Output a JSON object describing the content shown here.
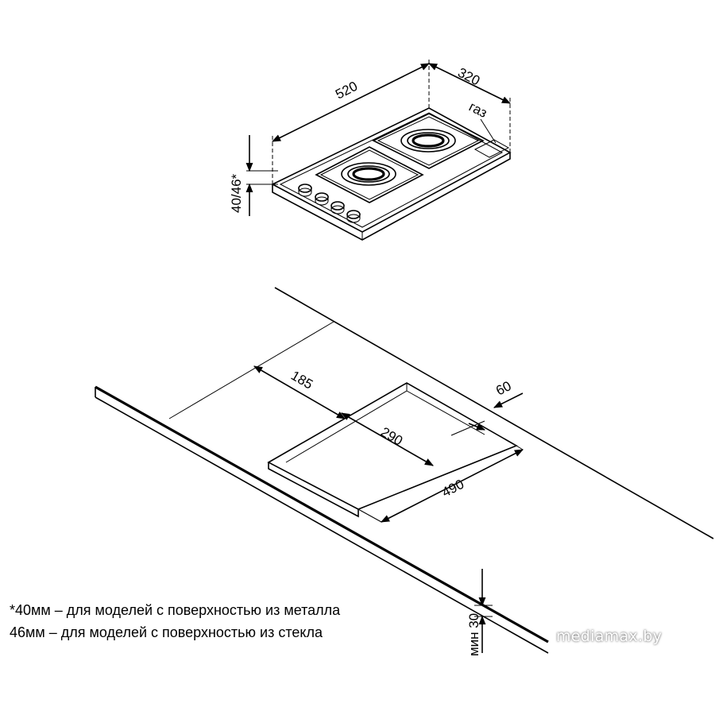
{
  "dimensions": {
    "width": "520",
    "depth": "320",
    "height": "40/46*",
    "gas": "газ",
    "cutout_offset_front": "185",
    "cutout_width": "290",
    "cutout_offset_back": "60",
    "cutout_length": "490",
    "min_thickness": "мин 30"
  },
  "notes": {
    "line1": "*40мм – для моделей с поверхностью из металла",
    "line2": "46мм – для моделей с поверхностью из стекла"
  },
  "watermark": "mediamax.by"
}
